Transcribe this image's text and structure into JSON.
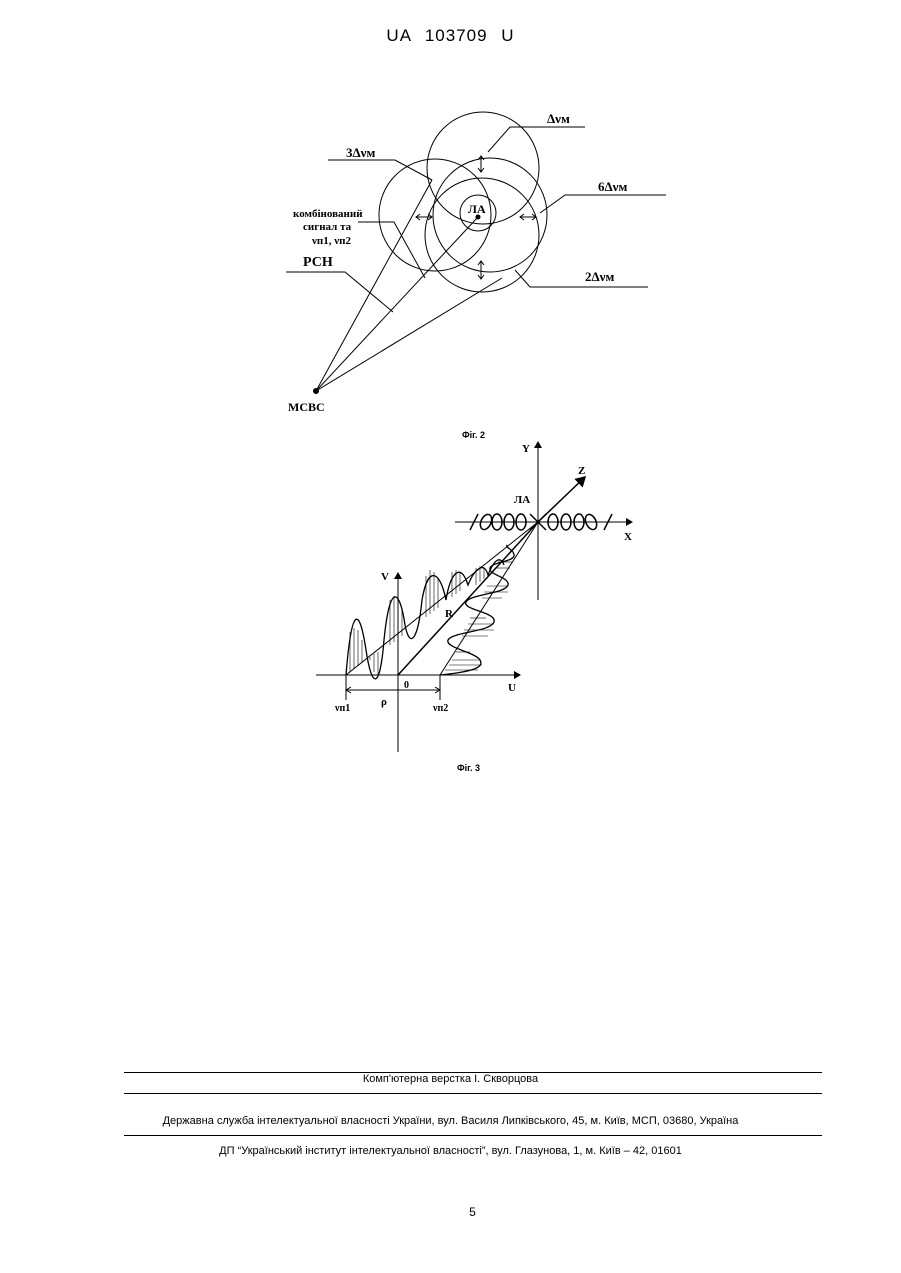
{
  "header": {
    "patent_number": "UA   103709   U"
  },
  "fig2": {
    "labels": {
      "dv": "Δνм",
      "three_dv": "3Δνм",
      "six_dv": "6Δνм",
      "two_dv": "2Δνм",
      "combined_line1": "комбінований",
      "combined_line2": "сигнал та",
      "combined_line3": "νп1, νп2",
      "rsn": "РСН",
      "la": "ЛА",
      "msvs": "МСВС"
    },
    "caption": "Фіг. 2"
  },
  "fig3": {
    "labels": {
      "y": "Y",
      "z": "Z",
      "x": "X",
      "la": "ЛА",
      "v": "V",
      "u": "U",
      "r": "R",
      "zero": "0",
      "rho": "ρ",
      "vn1": "νп1",
      "vn2": "νп2"
    },
    "caption": "Фіг. 3"
  },
  "footer": {
    "layout": "Комп'ютерна верстка І. Скворцова",
    "service": "Державна служба інтелектуальної власності України, вул. Василя Липківського, 45, м. Київ, МСП, 03680, Україна",
    "institute": "ДП “Український інститут інтелектуальної власності”, вул. Глазунова, 1, м. Київ – 42, 01601"
  },
  "page_number": "5"
}
